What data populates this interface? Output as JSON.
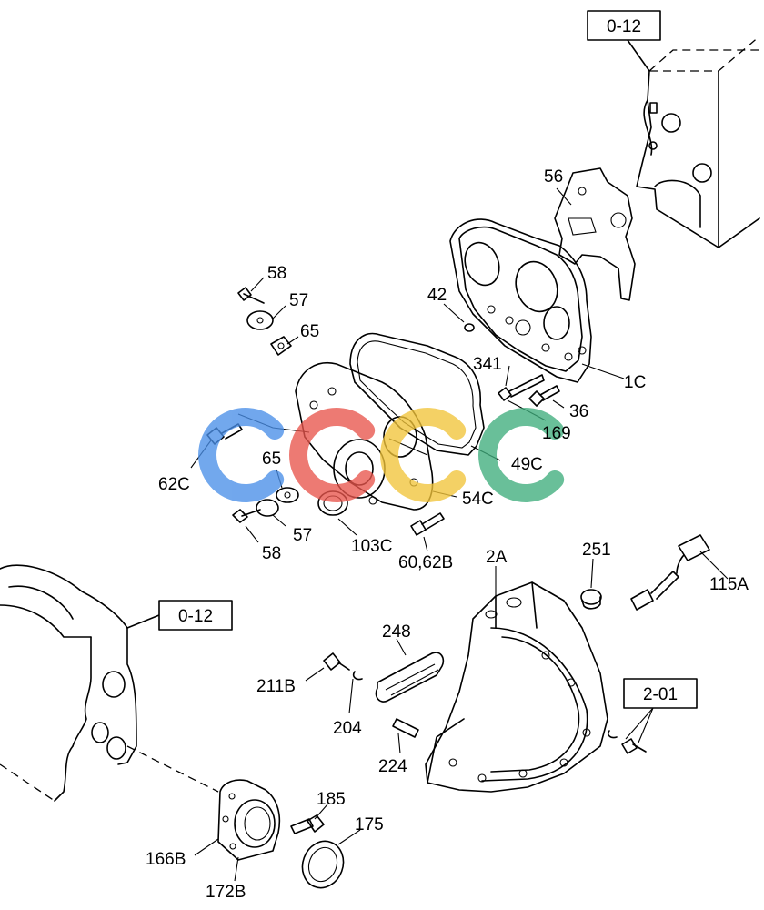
{
  "reference_boxes": [
    {
      "id": "ref-top",
      "text": "0-12"
    },
    {
      "id": "ref-left",
      "text": "0-12"
    },
    {
      "id": "ref-right",
      "text": "2-01"
    }
  ],
  "part_labels": {
    "p56": "56",
    "p58a": "58",
    "p57a": "57",
    "p65a": "65",
    "p42": "42",
    "p1C": "1C",
    "p341": "341",
    "p36": "36",
    "p169": "169",
    "p49C": "49C",
    "p62C": "62C",
    "p65b": "65",
    "p54C": "54C",
    "p57b": "57",
    "p58b": "58",
    "p103C": "103C",
    "p60_62B": "60,62B",
    "p2A": "2A",
    "p251": "251",
    "p115A": "115A",
    "p248": "248",
    "p211B": "211B",
    "p204": "204",
    "p224": "224",
    "p185": "185",
    "p175": "175",
    "p166B": "166B",
    "p172B": "172B"
  },
  "watermark": {
    "colors": [
      "#4a8fe8",
      "#e8554c",
      "#f2c53a",
      "#3fae7d"
    ]
  }
}
